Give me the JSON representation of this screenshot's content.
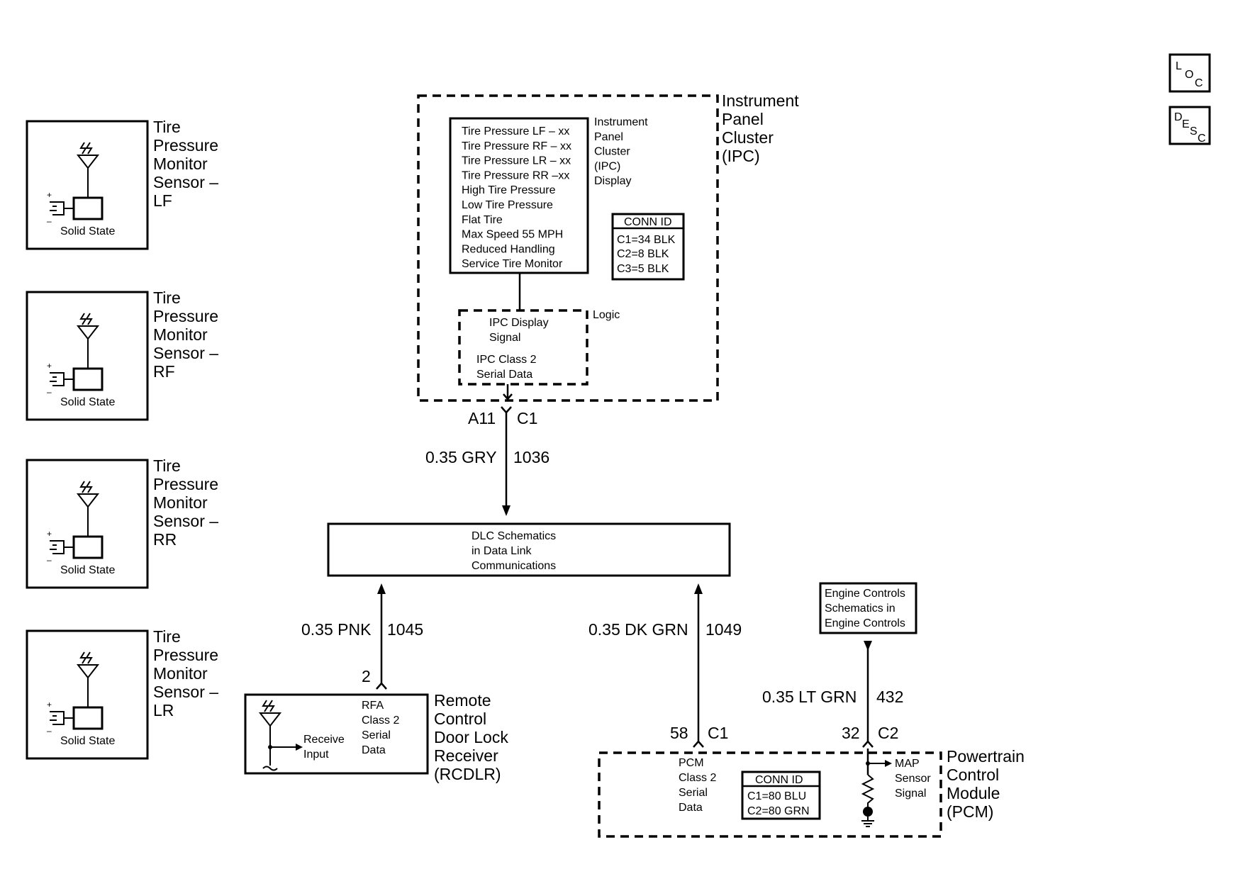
{
  "icons": {
    "loc": [
      "L",
      "O",
      "C"
    ],
    "desc": [
      "D",
      "E",
      "S",
      "C"
    ]
  },
  "sensors": [
    {
      "title": [
        "Tire",
        "Pressure",
        "Monitor",
        "Sensor –",
        "LF"
      ],
      "label": "Solid State"
    },
    {
      "title": [
        "Tire",
        "Pressure",
        "Monitor",
        "Sensor –",
        "RF"
      ],
      "label": "Solid State"
    },
    {
      "title": [
        "Tire",
        "Pressure",
        "Monitor",
        "Sensor –",
        "RR"
      ],
      "label": "Solid State"
    },
    {
      "title": [
        "Tire",
        "Pressure",
        "Monitor",
        "Sensor –",
        "LR"
      ],
      "label": "Solid State"
    }
  ],
  "ipc": {
    "title": [
      "Instrument",
      "Panel",
      "Cluster",
      "(IPC)"
    ],
    "display_lines": [
      "Tire Pressure LF – xx",
      "Tire Pressure RF – xx",
      "Tire Pressure LR – xx",
      "Tire Pressure RR –xx",
      "High Tire Pressure",
      "Low Tire Pressure",
      "Flat Tire",
      "Max Speed 55 MPH",
      "Reduced Handling",
      "Service Tire Monitor"
    ],
    "display_label": [
      "Instrument",
      "Panel",
      "Cluster",
      "(IPC)",
      "Display"
    ],
    "conn_title": "CONN ID",
    "conn_lines": [
      "C1=34 BLK",
      "C2=8 BLK",
      "C3=5 BLK"
    ],
    "logic_label": "Logic",
    "logic_lines1": [
      "IPC Display",
      "Signal"
    ],
    "logic_lines2": [
      "IPC Class 2",
      "Serial Data"
    ],
    "pin": "A11",
    "conn": "C1"
  },
  "wires": {
    "ipc_dlc": {
      "gauge": "0.35 GRY",
      "circuit": "1036"
    },
    "rcdlr_dlc": {
      "gauge": "0.35 PNK",
      "circuit": "1045",
      "pin": "2"
    },
    "pcm_dlc": {
      "gauge": "0.35 DK GRN",
      "circuit": "1049",
      "pin": "58",
      "conn": "C1"
    },
    "pcm_engine": {
      "gauge": "0.35 LT GRN",
      "circuit": "432",
      "pin": "32",
      "conn": "C2"
    }
  },
  "dlc": {
    "lines": [
      "DLC Schematics",
      "in Data Link",
      "Communications"
    ]
  },
  "engine_ref": {
    "lines": [
      "Engine Controls",
      "Schematics in",
      "Engine Controls"
    ]
  },
  "rcdlr": {
    "title": [
      "Remote",
      "Control",
      "Door Lock",
      "Receiver",
      "(RCDLR)"
    ],
    "receive": [
      "Receive",
      "Input"
    ],
    "data": [
      "RFA",
      "Class 2",
      "Serial",
      "Data"
    ]
  },
  "pcm": {
    "title": [
      "Powertrain",
      "Control",
      "Module",
      "(PCM)"
    ],
    "data": [
      "PCM",
      "Class 2",
      "Serial",
      "Data"
    ],
    "conn_title": "CONN ID",
    "conn_lines": [
      "C1=80 BLU",
      "C2=80 GRN"
    ],
    "map": [
      "MAP",
      "Sensor",
      "Signal"
    ]
  }
}
